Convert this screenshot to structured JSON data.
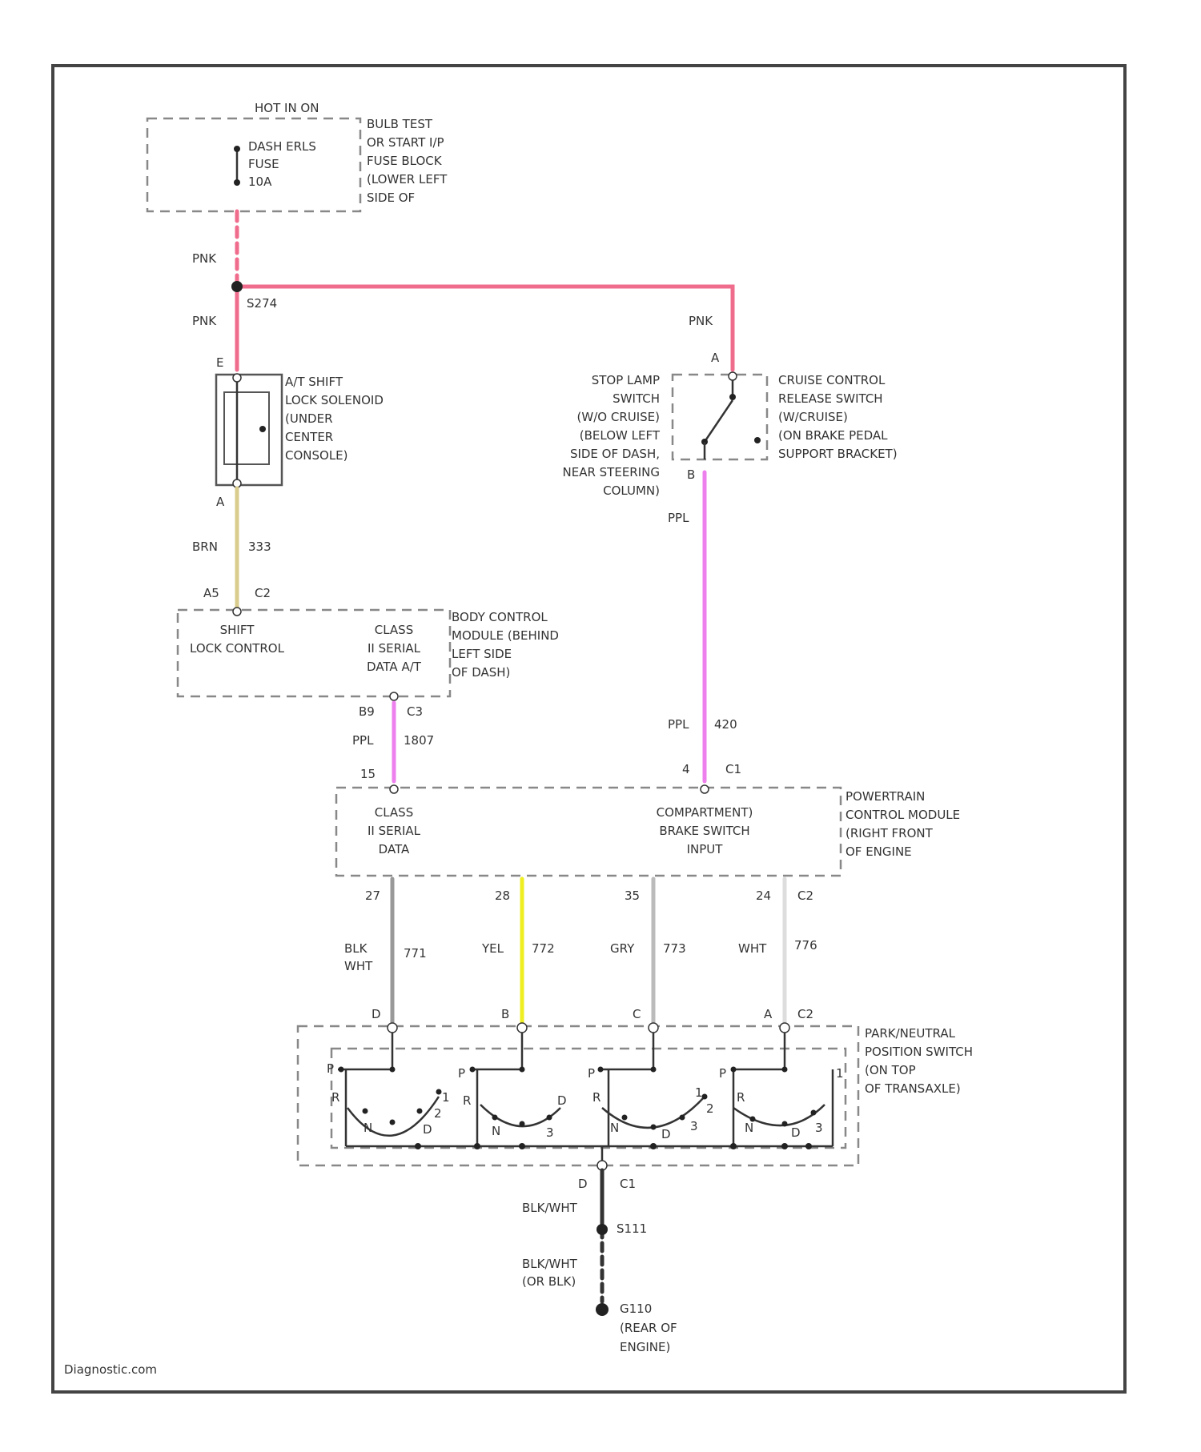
{
  "colors": {
    "pink": "#f06c8c",
    "purple": "#ee80ee",
    "brown": "#d9cc8c",
    "yellow": "#eeee22",
    "grey": "#aaaaaa",
    "white": "#dddddd",
    "black": "#333333"
  },
  "fuse": {
    "hot_label": "HOT IN ON",
    "fuse_name": [
      "DASH ERLS",
      "FUSE",
      "10A"
    ],
    "location": [
      "BULB TEST",
      "OR START I/P",
      "FUSE BLOCK",
      "(LOWER LEFT",
      "SIDE OF"
    ]
  },
  "wires": {
    "pnk_top": "PNK",
    "pnk_left": "PNK",
    "splice_s": "S274",
    "pnk_right": "PNK",
    "brn": "BRN",
    "brn_circ": "333",
    "ppl_right": "PPL",
    "ppl_right2": "PPL",
    "ppl_right_circ": "420",
    "ppl_left": "PPL",
    "ppl_left_circ": "1807",
    "blk_wht": [
      "BLK",
      "WHT"
    ],
    "blk_wht_circ": "771",
    "yel": "YEL",
    "yel_circ": "772",
    "gry": "GRY",
    "gry_circ": "773",
    "wht": "WHT",
    "wht_circ": "776",
    "ground1": "BLK/WHT",
    "splice_ground": "S111",
    "ground2": [
      "BLK/WHT",
      "(OR BLK)"
    ]
  },
  "solenoid": {
    "pin_top": "E",
    "pin_bottom": "A",
    "label": [
      "A/T SHIFT",
      "LOCK SOLENOID",
      "(UNDER",
      "CENTER",
      "CONSOLE)"
    ]
  },
  "stop_switch": {
    "pin_top": "A",
    "pin_bottom": "B",
    "label_left": [
      "STOP LAMP",
      "SWITCH",
      "(W/O CRUISE)",
      "(BELOW LEFT",
      "SIDE OF DASH,",
      "NEAR STEERING",
      "COLUMN)"
    ],
    "label_right": [
      "CRUISE CONTROL",
      "RELEASE SWITCH",
      "(W/CRUISE)",
      "(ON BRAKE PEDAL",
      "SUPPORT BRACKET)"
    ]
  },
  "bcm": {
    "pin_in": "A5",
    "conn_in": "C2",
    "func_left": [
      "SHIFT",
      "LOCK CONTROL"
    ],
    "func_right": [
      "CLASS",
      "II SERIAL",
      "DATA A/T"
    ],
    "label": [
      "BODY CONTROL",
      "MODULE (BEHIND",
      "LEFT SIDE",
      "OF DASH)"
    ],
    "pin_out": "B9",
    "conn_out": "C3"
  },
  "pcm": {
    "pin_left": "15",
    "pin_right": "4",
    "conn_top": "C1",
    "func_left": [
      "CLASS",
      "II SERIAL",
      "DATA"
    ],
    "func_right": [
      "COMPARTMENT)",
      "BRAKE SWITCH",
      "INPUT"
    ],
    "label": [
      "POWERTRAIN",
      "CONTROL MODULE",
      "(RIGHT FRONT",
      "OF ENGINE"
    ],
    "bottom_pins": [
      "27",
      "28",
      "35",
      "24"
    ],
    "conn_bottom": "C2"
  },
  "prnd": {
    "top_pins": [
      "D",
      "B",
      "C",
      "A"
    ],
    "conn_top": "C2",
    "bottom_pin": "D",
    "conn_bottom": "C1",
    "label": [
      "PARK/NEUTRAL",
      "POSITION SWITCH",
      "(ON TOP",
      "OF TRANSAXLE)"
    ],
    "pos_labels": [
      "P",
      "R",
      "N",
      "D",
      "P",
      "R",
      "N",
      "3",
      "D",
      "2",
      "1",
      "P",
      "R",
      "N",
      "D",
      "3",
      "2",
      "1",
      "P",
      "R",
      "N",
      "D",
      "3",
      "1"
    ]
  },
  "ground": {
    "name": "G110",
    "location": [
      "(REAR OF",
      "ENGINE)"
    ]
  },
  "watermark": "Diagnostic.com"
}
